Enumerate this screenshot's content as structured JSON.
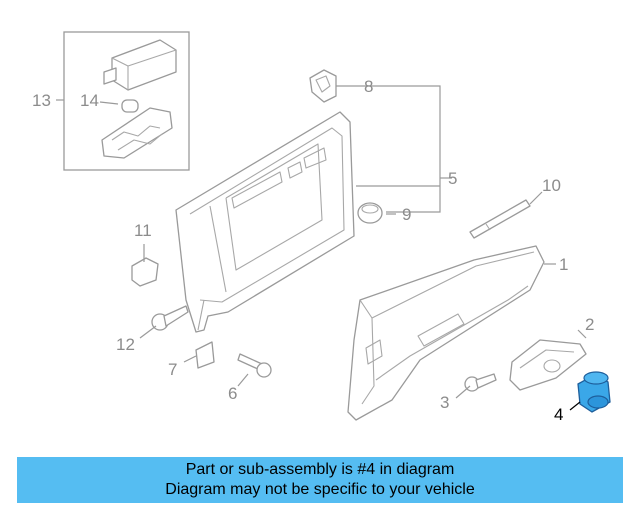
{
  "diagram": {
    "callouts": {
      "c1": "1",
      "c2": "2",
      "c3": "3",
      "c4": "4",
      "c5": "5",
      "c6": "6",
      "c7": "7",
      "c8": "8",
      "c9": "9",
      "c10": "10",
      "c11": "11",
      "c12": "12",
      "c13": "13",
      "c14": "14"
    },
    "highlight_color": "#3aa7e8"
  },
  "banner": {
    "line1": "Part or sub-assembly is #4 in diagram",
    "line2": "Diagram may not be specific to your vehicle",
    "color": "#55bdf2"
  }
}
